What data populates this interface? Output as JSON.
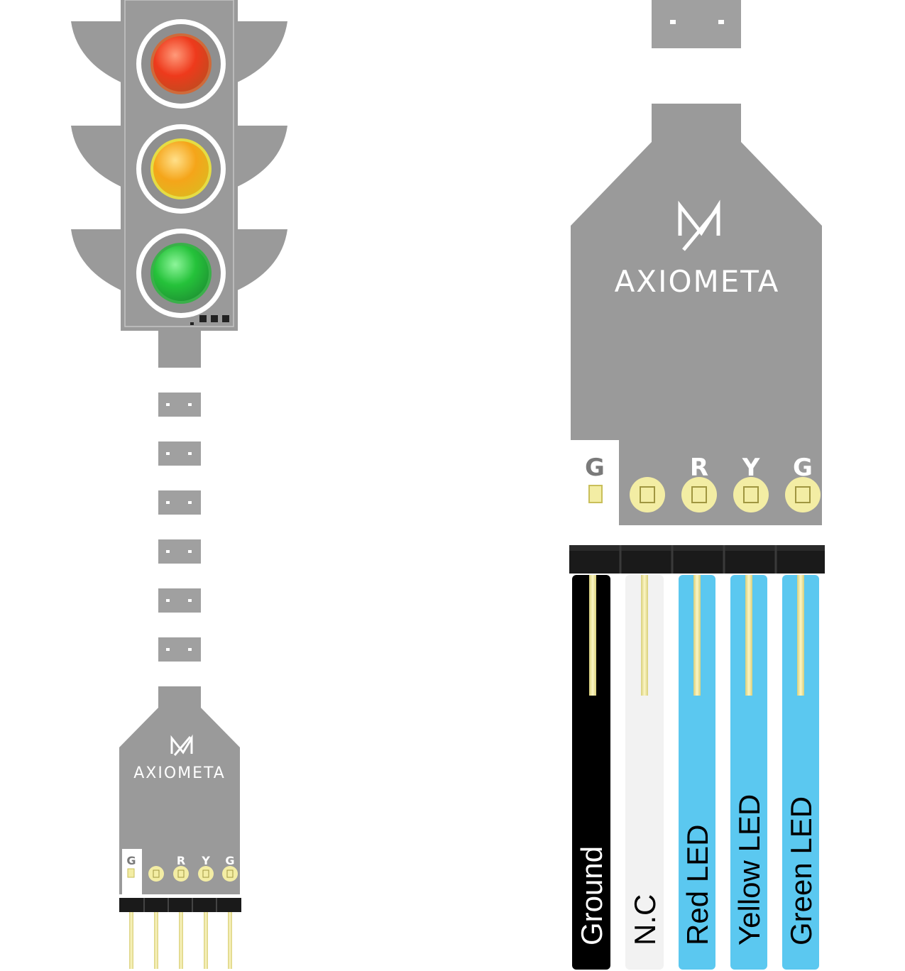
{
  "brand": {
    "name": "AXIOMETA"
  },
  "pins": [
    "G",
    "R",
    "Y",
    "G"
  ],
  "wires": [
    {
      "label": "Ground",
      "color": "#000000",
      "text_color": "#ffffff"
    },
    {
      "label": "N.C",
      "color": "#f2f2f2",
      "text_color": "#000000"
    },
    {
      "label": "Red LED",
      "color": "#5bc8f0",
      "text_color": "#000000"
    },
    {
      "label": "Yellow LED",
      "color": "#5bc8f0",
      "text_color": "#000000"
    },
    {
      "label": "Green LED",
      "color": "#5bc8f0",
      "text_color": "#000000"
    }
  ],
  "colors": {
    "pcb": "#9a9a9a",
    "red_led": "#e8321a",
    "yellow_led": "#f2a21a",
    "green_led": "#2ec23a",
    "pad_gold": "#f3eda4",
    "header": "#1a1a1a"
  }
}
